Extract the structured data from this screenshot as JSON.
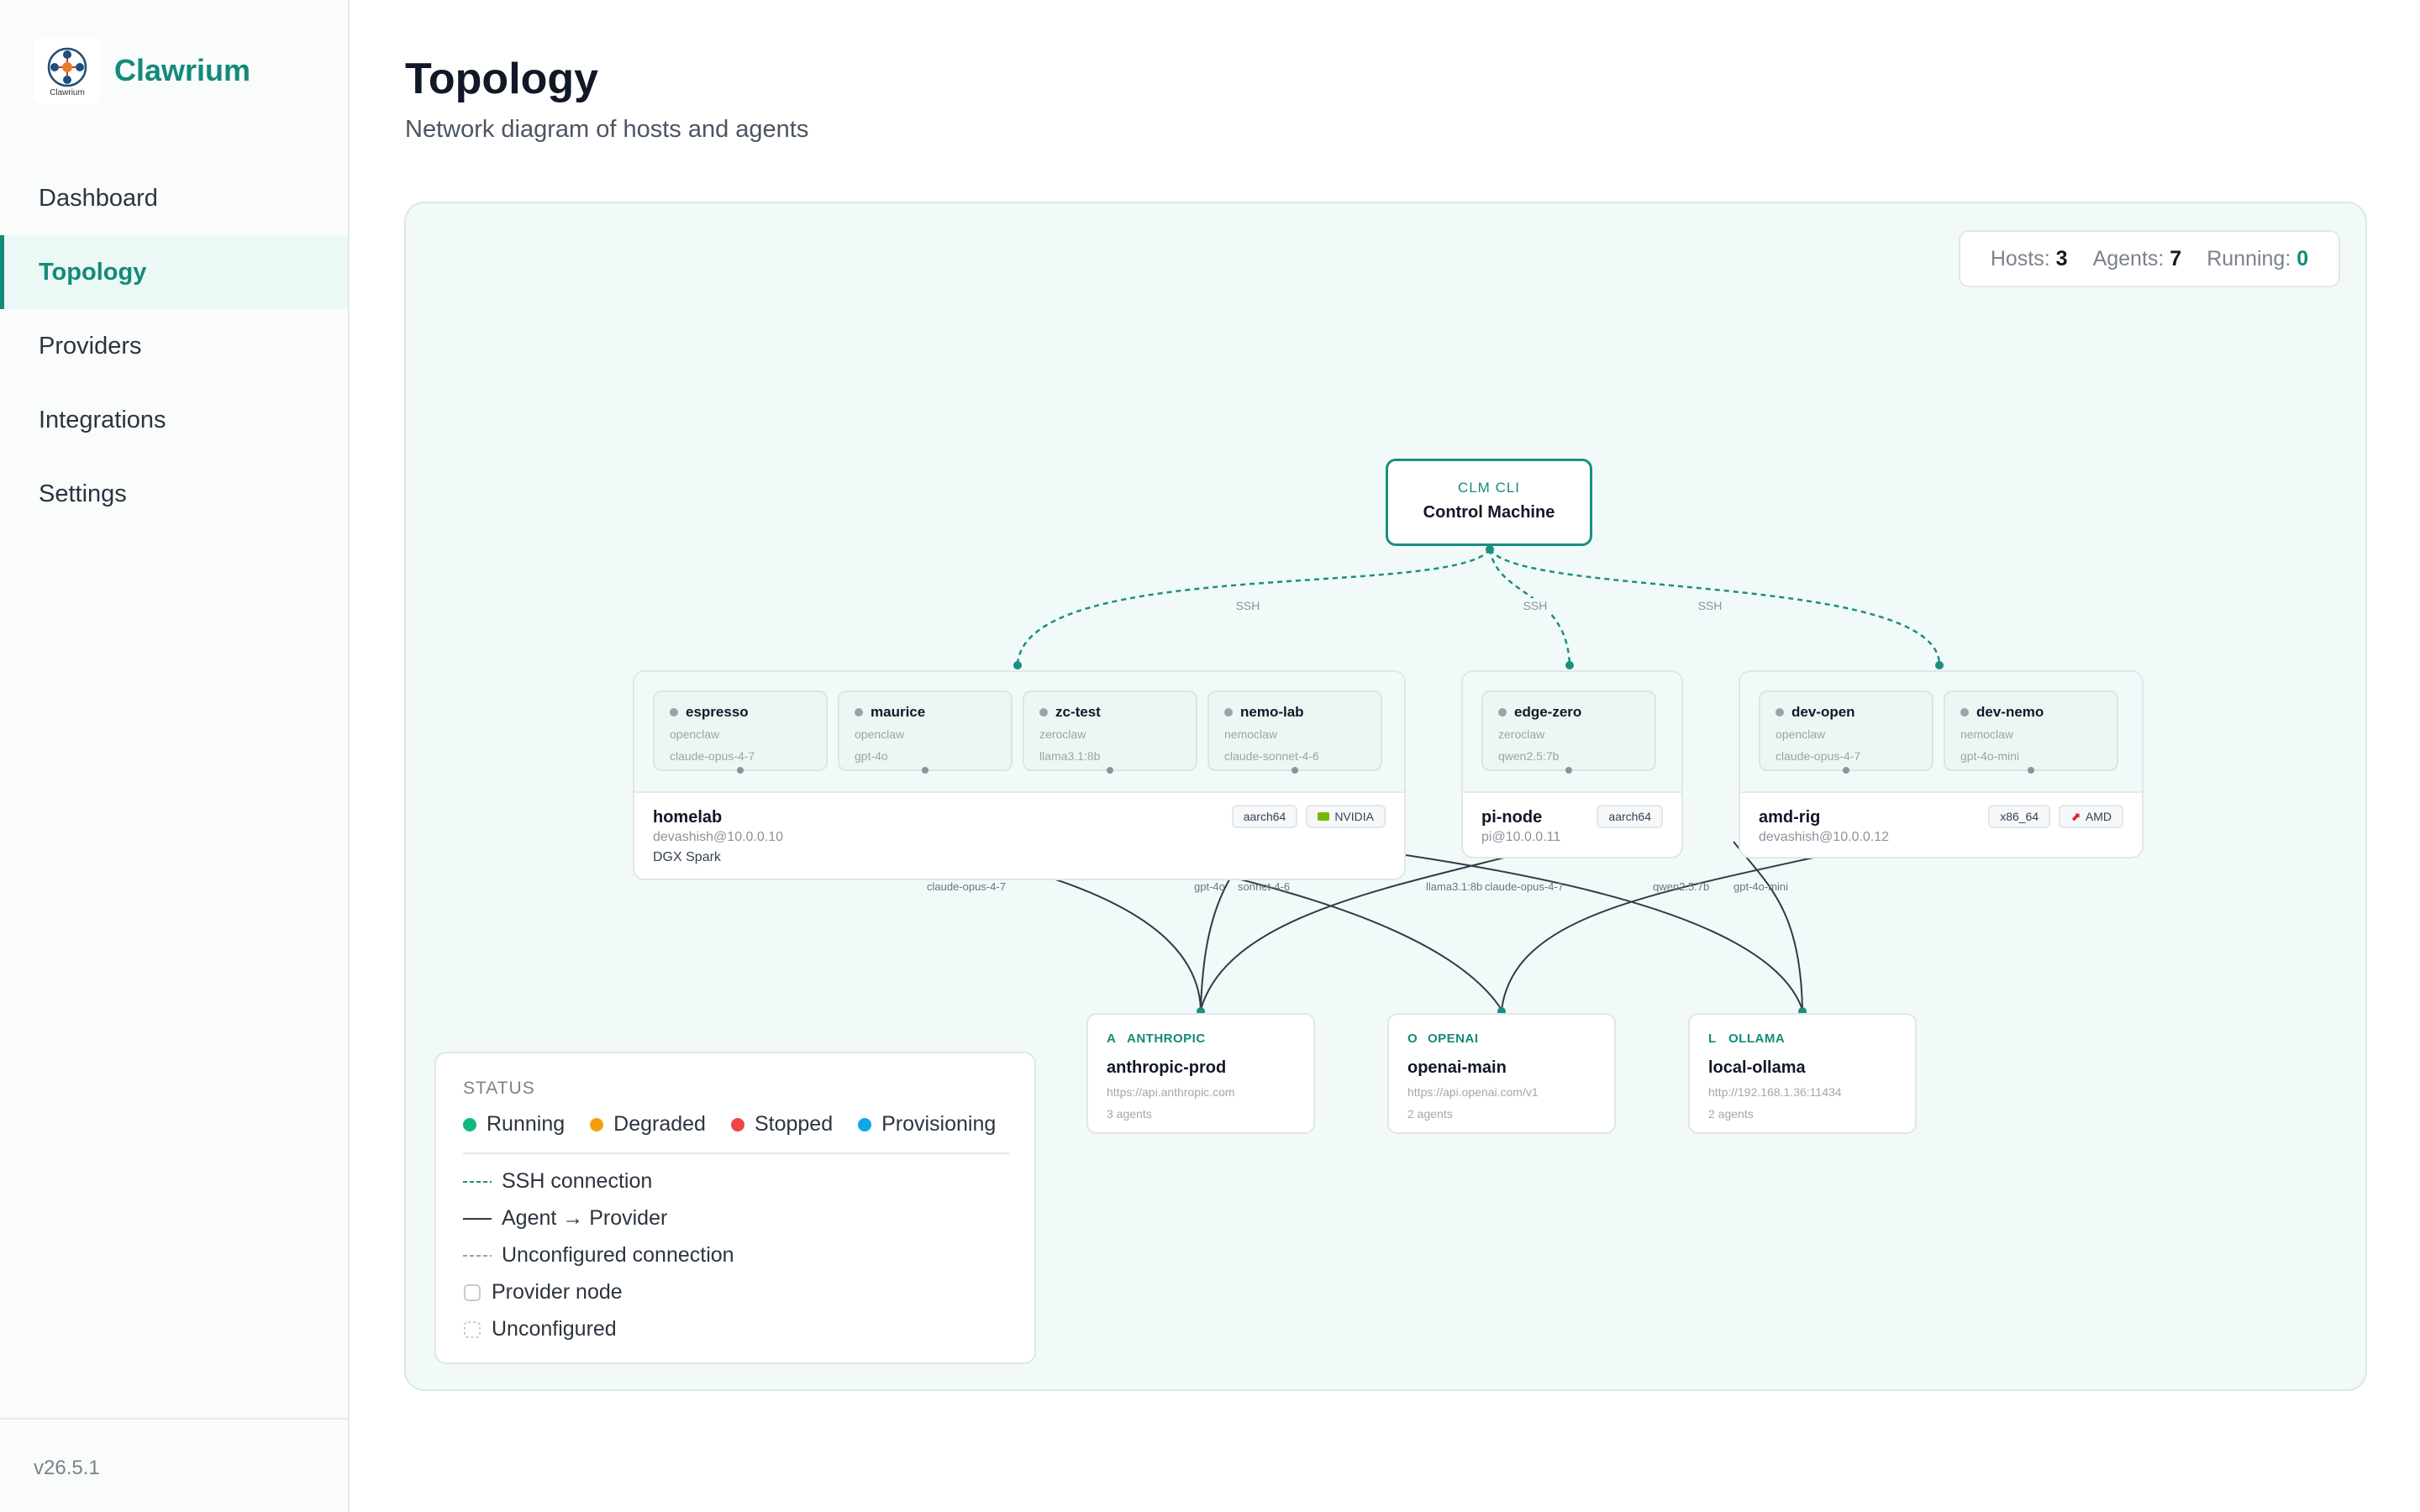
{
  "app": {
    "name": "Clawrium",
    "logo_caption": "Clawrium",
    "version": "v26.5.1"
  },
  "sidebar": {
    "items": [
      {
        "label": "Dashboard",
        "active": false
      },
      {
        "label": "Topology",
        "active": true
      },
      {
        "label": "Providers",
        "active": false
      },
      {
        "label": "Integrations",
        "active": false
      },
      {
        "label": "Settings",
        "active": false
      }
    ]
  },
  "page": {
    "title": "Topology",
    "subtitle": "Network diagram of hosts and agents"
  },
  "stats": {
    "hosts_label": "Hosts:",
    "hosts": "3",
    "agents_label": "Agents:",
    "agents": "7",
    "running_label": "Running:",
    "running": "0"
  },
  "control": {
    "tag": "CLM CLI",
    "name": "Control Machine"
  },
  "edge_labels": {
    "ssh": "SSH"
  },
  "hosts": [
    {
      "name": "homelab",
      "address": "devashish@10.0.0.10",
      "note": "DGX Spark",
      "badges": [
        "aarch64",
        "NVIDIA"
      ],
      "agents": [
        {
          "name": "espresso",
          "runtime": "openclaw",
          "model": "claude-opus-4-7"
        },
        {
          "name": "maurice",
          "runtime": "openclaw",
          "model": "gpt-4o"
        },
        {
          "name": "zc-test",
          "runtime": "zeroclaw",
          "model": "llama3.1:8b"
        },
        {
          "name": "nemo-lab",
          "runtime": "nemoclaw",
          "model": "claude-sonnet-4-6"
        }
      ]
    },
    {
      "name": "pi-node",
      "address": "pi@10.0.0.11",
      "note": "",
      "badges": [
        "aarch64"
      ],
      "agents": [
        {
          "name": "edge-zero",
          "runtime": "zeroclaw",
          "model": "qwen2.5:7b"
        }
      ]
    },
    {
      "name": "amd-rig",
      "address": "devashish@10.0.0.12",
      "note": "",
      "badges": [
        "x86_64",
        "AMD"
      ],
      "agents": [
        {
          "name": "dev-open",
          "runtime": "openclaw",
          "model": "claude-opus-4-7"
        },
        {
          "name": "dev-nemo",
          "runtime": "nemoclaw",
          "model": "gpt-4o-mini"
        }
      ]
    }
  ],
  "wire_labels": [
    "claude-opus-4-7",
    "gpt-4o",
    "sonnet-4-6",
    "llama3.1:8b",
    "claude-opus-4-7",
    "qwen2.5:7b",
    "gpt-4o-mini"
  ],
  "providers": [
    {
      "letter": "A",
      "type": "ANTHROPIC",
      "name": "anthropic-prod",
      "url": "https://api.anthropic.com",
      "count": "3 agents"
    },
    {
      "letter": "O",
      "type": "OPENAI",
      "name": "openai-main",
      "url": "https://api.openai.com/v1",
      "count": "2 agents"
    },
    {
      "letter": "L",
      "type": "OLLAMA",
      "name": "local-ollama",
      "url": "http://192.168.1.36:11434",
      "count": "2 agents"
    }
  ],
  "legend": {
    "title": "STATUS",
    "statuses": [
      {
        "label": "Running",
        "color": "#10b981"
      },
      {
        "label": "Degraded",
        "color": "#f59e0b"
      },
      {
        "label": "Stopped",
        "color": "#ef4444"
      },
      {
        "label": "Provisioning",
        "color": "#0ea5e9"
      }
    ],
    "ssh": "SSH connection",
    "agent_provider": "Agent → Provider",
    "unconfigured_connection": "Unconfigured connection",
    "provider_node": "Provider node",
    "unconfigured": "Unconfigured"
  },
  "colors": {
    "accent": "#138a7a",
    "wire": "#2f3b47",
    "ssh": "#1a8f80"
  }
}
